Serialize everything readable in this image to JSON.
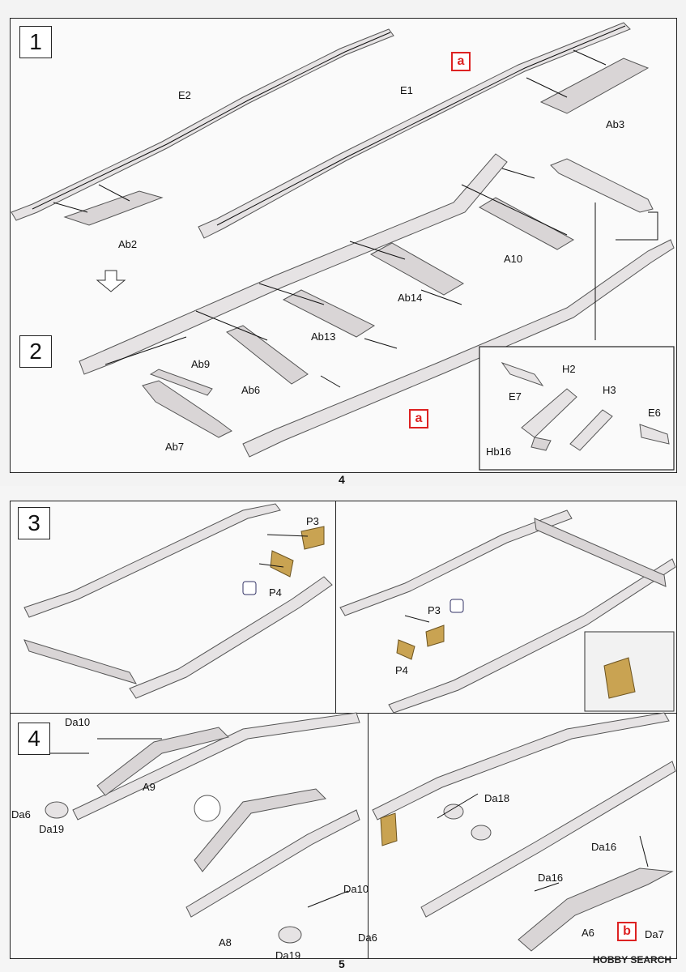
{
  "top_page": {
    "page_number": "4",
    "step1_label": "1",
    "step2_label": "2",
    "tag_a": "a",
    "parts": {
      "E2": "E2",
      "E1": "E1",
      "Ab3": "Ab3",
      "Ab2": "Ab2",
      "A10": "A10",
      "Ab14": "Ab14",
      "Ab13": "Ab13",
      "Ab9": "Ab9",
      "Ab6": "Ab6",
      "Ab7": "Ab7",
      "E7": "E7",
      "H2": "H2",
      "H3": "H3",
      "E6": "E6",
      "Hb16": "Hb16"
    }
  },
  "bottom_page": {
    "page_number": "5",
    "step3_label": "3",
    "step4_label": "4",
    "tag_b": "b",
    "parts": {
      "P3_left": "P3",
      "P4_left": "P4",
      "P3_right": "P3",
      "P4_right": "P4",
      "Da10_top": "Da10",
      "A9": "A9",
      "Da6_left": "Da6",
      "Da19_left": "Da19",
      "A8": "A8",
      "Da10_bottom": "Da10",
      "Da19_bottom": "Da19",
      "Da6_bottom": "Da6",
      "Da18": "Da18",
      "Da16_top": "Da16",
      "Da16_left": "Da16",
      "A6": "A6",
      "Da7": "Da7"
    },
    "watermark": "HOBBY SEARCH"
  },
  "colors": {
    "tag_red": "#dd2222",
    "photo_etch_gold": "#c9a352",
    "part_grey": "#e6e3e4"
  }
}
